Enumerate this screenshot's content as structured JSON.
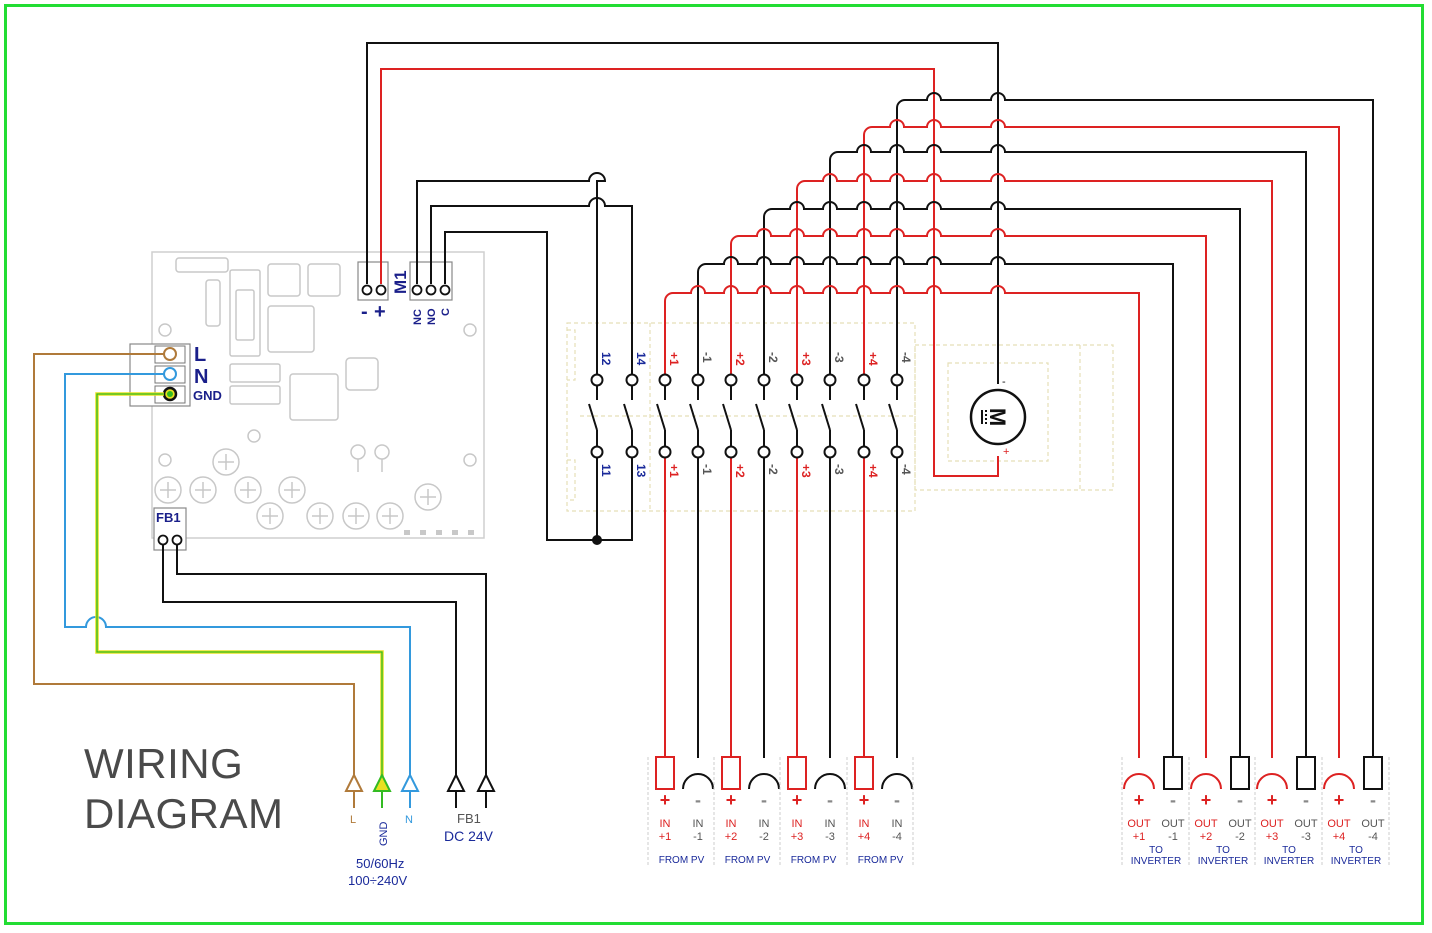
{
  "title_line1": "WIRING",
  "title_line2": "DIAGRAM",
  "board": {
    "terminal_L": "L",
    "terminal_N": "N",
    "terminal_GND": "GND",
    "fb1": "FB1",
    "motor_terminal": "M1",
    "motor_minus": "-",
    "motor_plus": "+",
    "relay_nc": "NC",
    "relay_no": "NO",
    "relay_c": "C"
  },
  "mains": {
    "L": "L",
    "GND": "GND",
    "N": "N",
    "freq": "50/60Hz",
    "voltage": "100÷240V"
  },
  "feedback": {
    "label": "FB1",
    "voltage": "DC 24V"
  },
  "switch": {
    "top_labels": [
      "12",
      "14",
      "+1",
      "-1",
      "+2",
      "-2",
      "+3",
      "-3",
      "+4",
      "-4"
    ],
    "bottom_labels": [
      "11",
      "13",
      "+1",
      "-1",
      "+2",
      "-2",
      "+3",
      "-3",
      "+4",
      "-4"
    ],
    "motor_symbol": "M",
    "motor_minus": "-",
    "motor_plus": "+"
  },
  "inputs": [
    {
      "plus": "+",
      "minus": "-",
      "in_plus": "IN",
      "in_minus": "IN",
      "plus_num": "+1",
      "minus_num": "-1",
      "group": "FROM PV"
    },
    {
      "plus": "+",
      "minus": "-",
      "in_plus": "IN",
      "in_minus": "IN",
      "plus_num": "+2",
      "minus_num": "-2",
      "group": "FROM PV"
    },
    {
      "plus": "+",
      "minus": "-",
      "in_plus": "IN",
      "in_minus": "IN",
      "plus_num": "+3",
      "minus_num": "-3",
      "group": "FROM PV"
    },
    {
      "plus": "+",
      "minus": "-",
      "in_plus": "IN",
      "in_minus": "IN",
      "plus_num": "+4",
      "minus_num": "-4",
      "group": "FROM PV"
    }
  ],
  "outputs": [
    {
      "plus": "+",
      "minus": "-",
      "out_plus": "OUT",
      "out_minus": "OUT",
      "plus_num": "+1",
      "minus_num": "-1",
      "group1": "TO",
      "group2": "INVERTER"
    },
    {
      "plus": "+",
      "minus": "-",
      "out_plus": "OUT",
      "out_minus": "OUT",
      "plus_num": "+2",
      "minus_num": "-2",
      "group1": "TO",
      "group2": "INVERTER"
    },
    {
      "plus": "+",
      "minus": "-",
      "out_plus": "OUT",
      "out_minus": "OUT",
      "plus_num": "+3",
      "minus_num": "-3",
      "group1": "TO",
      "group2": "INVERTER"
    },
    {
      "plus": "+",
      "minus": "-",
      "out_plus": "OUT",
      "out_minus": "OUT",
      "plus_num": "+4",
      "minus_num": "-4",
      "group1": "TO",
      "group2": "INVERTER"
    }
  ],
  "colors": {
    "frame": "#22dd33",
    "red": "#dd2222",
    "black": "#111111",
    "brown": "#b07a3a",
    "blue": "#3399dd",
    "green": "#33bb22",
    "yellow": "#e8e022",
    "board_label": "#1a1f8a"
  }
}
